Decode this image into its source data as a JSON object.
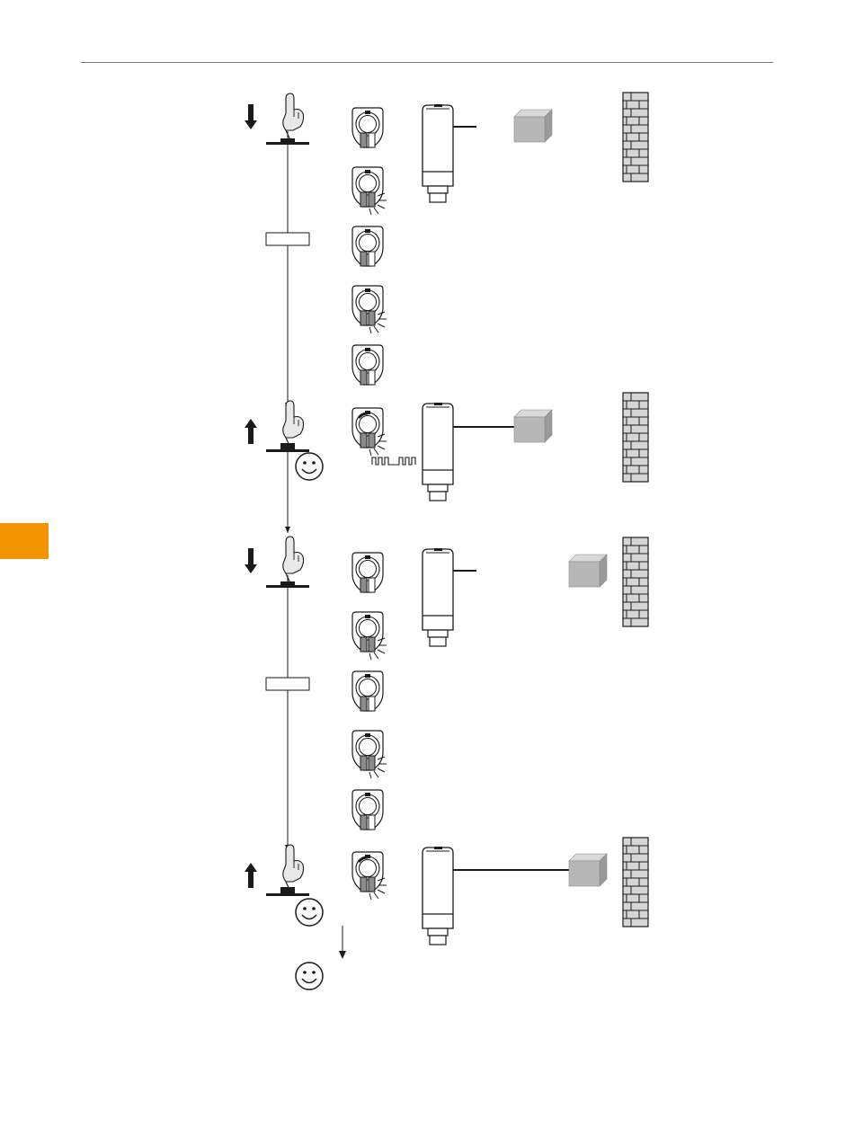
{
  "colors": {
    "header_rule": "#1b97c9",
    "section_tab": "#f29400",
    "line": "#1a1a1a",
    "lens_gray": "#8c8c8c",
    "cube_front": "#b7b7b7",
    "cube_top": "#d9d9d9",
    "cube_side": "#9a9a9a",
    "brick": "#d6d6d6"
  },
  "icons": {
    "press": "hand-pressing-button-icon",
    "release": "hand-releasing-button-icon",
    "arrow_down": "arrow-down-icon",
    "arrow_up": "arrow-up-icon",
    "led": "led-indicator-icon",
    "led_flashing": "led-flashing-icon",
    "sensor": "photoelectric-sensor-icon",
    "object": "object-cube-icon",
    "background": "brick-wall-background-icon",
    "success": "smiley-icon",
    "pulse": "switching-pulse-icon"
  },
  "sequence": [
    {
      "step": "teach-object",
      "action": "press",
      "led_states": [
        "steady",
        "flashing",
        "steady",
        "flashing",
        "steady"
      ]
    },
    {
      "step": "teach-object",
      "action": "release",
      "led_state": "flashing-with-dial",
      "result": "success"
    },
    {
      "step": "teach-background",
      "action": "press",
      "led_states": [
        "steady",
        "flashing",
        "steady",
        "flashing",
        "steady"
      ]
    },
    {
      "step": "teach-background",
      "action": "release",
      "led_state": "flashing-with-dial",
      "result": "success"
    },
    {
      "step": "complete",
      "result": "success"
    }
  ]
}
